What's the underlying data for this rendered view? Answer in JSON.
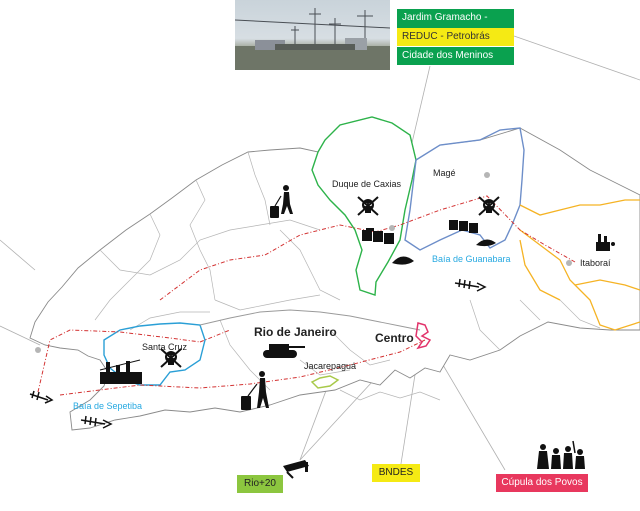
{
  "legend": {
    "items": [
      {
        "label": "Jardim Gramacho - Lixão",
        "color": "#0aa14f",
        "text_color": "#ffffff"
      },
      {
        "label": "REDUC - Petrobrás",
        "color": "#f5ea14",
        "text_color": "#333333"
      },
      {
        "label": "Cidade dos Meninos",
        "color": "#0aa14f",
        "text_color": "#ffffff"
      }
    ]
  },
  "places": {
    "duque": "Duque de Caxias",
    "mage": "Magé",
    "guanabara": "Baía de Guanabara",
    "itaborai": "Itaboraí",
    "rio": "Rio de Janeiro",
    "centro": "Centro",
    "santa_cruz": "Santa Cruz",
    "jacarepagua": "Jacarepaguá",
    "sepetiba": "Baía de Sepetiba"
  },
  "bottom_labels": {
    "rio20": {
      "label": "Rio+20",
      "color": "#8cc63f",
      "text_color": "#222222"
    },
    "bndes": {
      "label": "BNDES",
      "color": "#f5ea14",
      "text_color": "#222222"
    },
    "cupula": {
      "label": "Cúpula dos Povos",
      "color": "#e8385e",
      "text_color": "#ffffff"
    }
  },
  "colors": {
    "route": "#d33333",
    "water_label": "#27a9e1",
    "duque_border": "#2db34a",
    "mage_border": "#6d8ec9",
    "itaborai_border": "#f5b324",
    "santa_cruz_border": "#2a9fd6",
    "centro_border": "#e2336b",
    "jacarepagua_border": "#a8c94a"
  },
  "icons": [
    "skull-icon",
    "traveler-icon",
    "tank-icon",
    "factory-icon",
    "fish-skeleton-icon",
    "oil-barrels-icon",
    "oil-spill-icon",
    "people-protest-icon",
    "surveillance-camera-icon"
  ]
}
